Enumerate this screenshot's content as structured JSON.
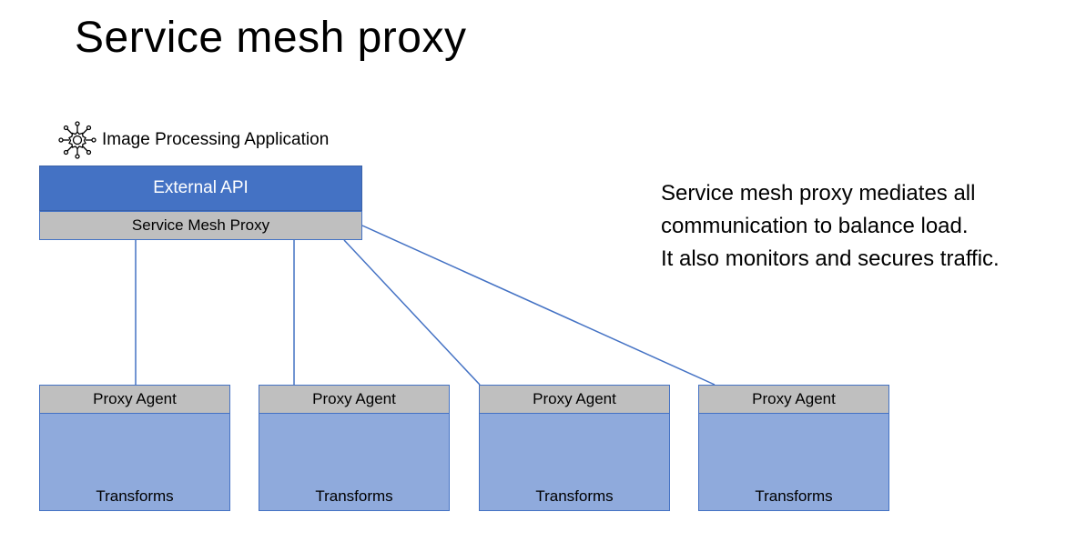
{
  "title": "Service mesh proxy",
  "application": {
    "icon": "network-gear-icon",
    "label": "Image Processing Application"
  },
  "gateway": {
    "api_label": "External API",
    "proxy_label": "Service Mesh Proxy"
  },
  "services": [
    {
      "agent_label": "Proxy Agent",
      "body_label": "Transforms"
    },
    {
      "agent_label": "Proxy Agent",
      "body_label": "Transforms"
    },
    {
      "agent_label": "Proxy Agent",
      "body_label": "Transforms"
    },
    {
      "agent_label": "Proxy Agent",
      "body_label": "Transforms"
    }
  ],
  "note": {
    "lines": [
      "Service mesh proxy mediates all",
      "communication to balance load.",
      "It also monitors and secures traffic."
    ]
  },
  "colors": {
    "api_fill": "#4472C4",
    "proxy_fill": "#BFBFBF",
    "service_fill": "#8FAADC",
    "connector": "#4472C4"
  }
}
